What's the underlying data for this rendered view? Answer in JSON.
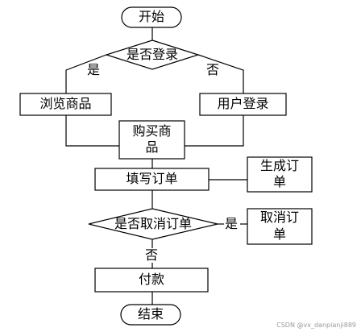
{
  "nodes": {
    "start": "开始",
    "is_logged_in": "是否登录",
    "browse": "浏览商品",
    "user_login": "用户登录",
    "buy_line1": "购买商",
    "buy_line2": "品",
    "fill_order": "填写订单",
    "generate_line1": "生成订",
    "generate_line2": "单",
    "cancel_decision": "是否取消订单",
    "cancel_line1": "取消订",
    "cancel_line2": "单",
    "pay": "付款",
    "end": "结束"
  },
  "edges": {
    "yes_login": "是",
    "no_login": "否",
    "yes_cancel": "是",
    "no_cancel": "否"
  },
  "watermark": "CSDN @vx_danpianji889"
}
